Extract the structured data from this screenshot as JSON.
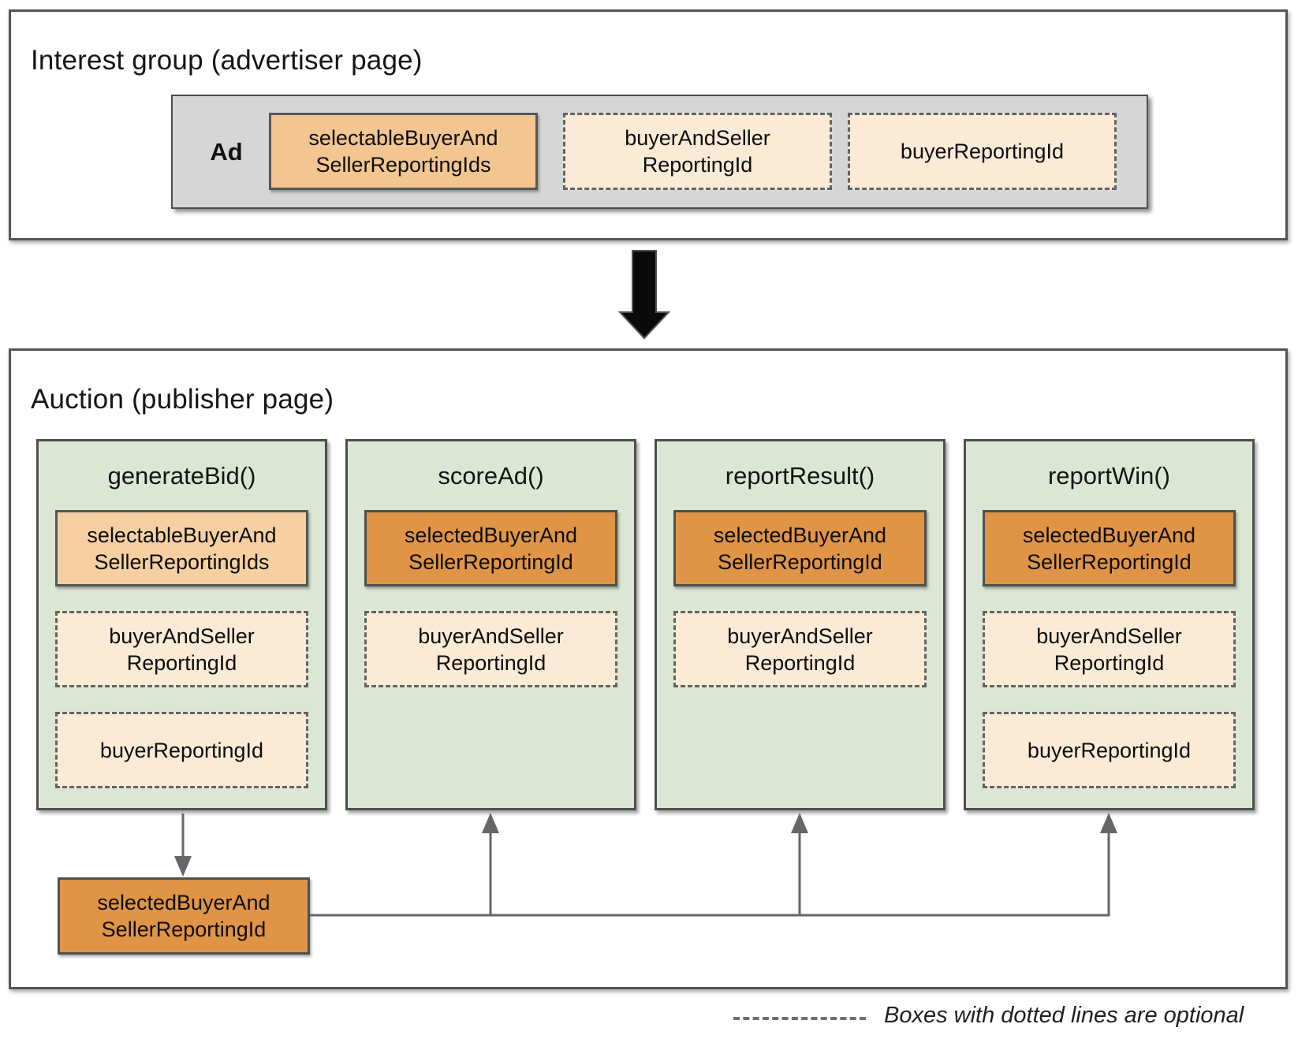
{
  "colors": {
    "peach_solid": "#F2C591",
    "peach_light": "#F6CFA2",
    "orange_selected": "#DF9446",
    "cream_optional": "#FAEAD6",
    "green_column": "#DBE7D4",
    "gray_ad": "#D6D6D6",
    "border_gray": "#555555",
    "connector_gray": "#666666"
  },
  "interest_group": {
    "title": "Interest group (advertiser page)",
    "ad_label": "Ad",
    "boxes": [
      {
        "label": "selectableBuyerAnd\nSellerReportingIds",
        "optional": false
      },
      {
        "label": "buyerAndSeller\nReportingId",
        "optional": true
      },
      {
        "label": "buyerReportingId",
        "optional": true
      }
    ]
  },
  "auction": {
    "title": "Auction (publisher page)",
    "columns": [
      {
        "function": "generateBid()",
        "boxes": [
          {
            "label": "selectableBuyerAnd\nSellerReportingIds",
            "optional": false
          },
          {
            "label": "buyerAndSeller\nReportingId",
            "optional": true
          },
          {
            "label": "buyerReportingId",
            "optional": true
          }
        ]
      },
      {
        "function": "scoreAd()",
        "boxes": [
          {
            "label": "selectedBuyerAnd\nSellerReportingId",
            "optional": false
          },
          {
            "label": "buyerAndSeller\nReportingId",
            "optional": true
          }
        ]
      },
      {
        "function": "reportResult()",
        "boxes": [
          {
            "label": "selectedBuyerAnd\nSellerReportingId",
            "optional": false
          },
          {
            "label": "buyerAndSeller\nReportingId",
            "optional": true
          }
        ]
      },
      {
        "function": "reportWin()",
        "boxes": [
          {
            "label": "selectedBuyerAnd\nSellerReportingId",
            "optional": false
          },
          {
            "label": "buyerAndSeller\nReportingId",
            "optional": true
          },
          {
            "label": "buyerReportingId",
            "optional": true
          }
        ]
      }
    ],
    "selected_box": {
      "label": "selectedBuyerAnd\nSellerReportingId"
    }
  },
  "legend": {
    "text": "Boxes with dotted lines are optional"
  }
}
